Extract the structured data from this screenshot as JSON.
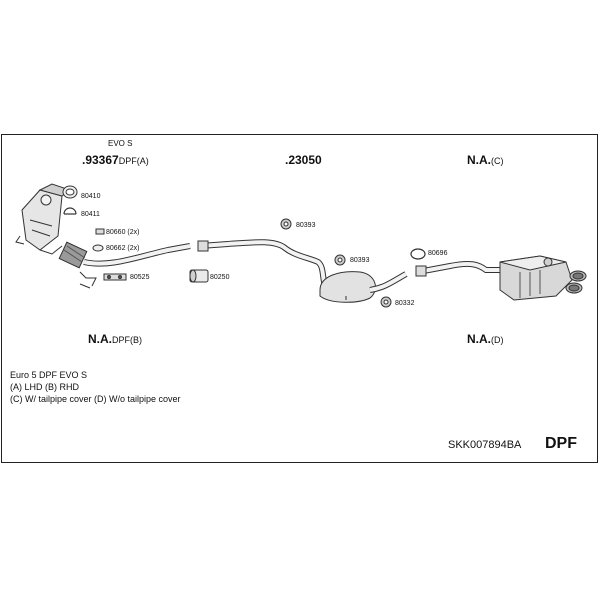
{
  "header": {
    "evo_label": "EVO S",
    "p1_num": ".93367",
    "p1_sfx": "DPF(A)",
    "p2_num": ".23050",
    "p3_num": "N.A.",
    "p3_sfx": "(C)"
  },
  "lower": {
    "p4_num": "N.A.",
    "p4_sfx": "DPF(B)",
    "p5_num": "N.A.",
    "p5_sfx": "(D)"
  },
  "parts": {
    "a": "80410",
    "b": "80411",
    "c": "80660 (2x)",
    "d": "80662 (2x)",
    "e": "80525",
    "f": "80250",
    "g": "80393",
    "h": "80393",
    "i": "80696",
    "j": "80332"
  },
  "notes": {
    "line1": "Euro 5   DPF EVO S",
    "line2": "(A) LHD (B) RHD",
    "line3": "(C) W/ tailpipe cover (D) W/o tailpipe cover"
  },
  "footer": {
    "kit_code": "SKK007894BA",
    "dpf": "DPF"
  }
}
